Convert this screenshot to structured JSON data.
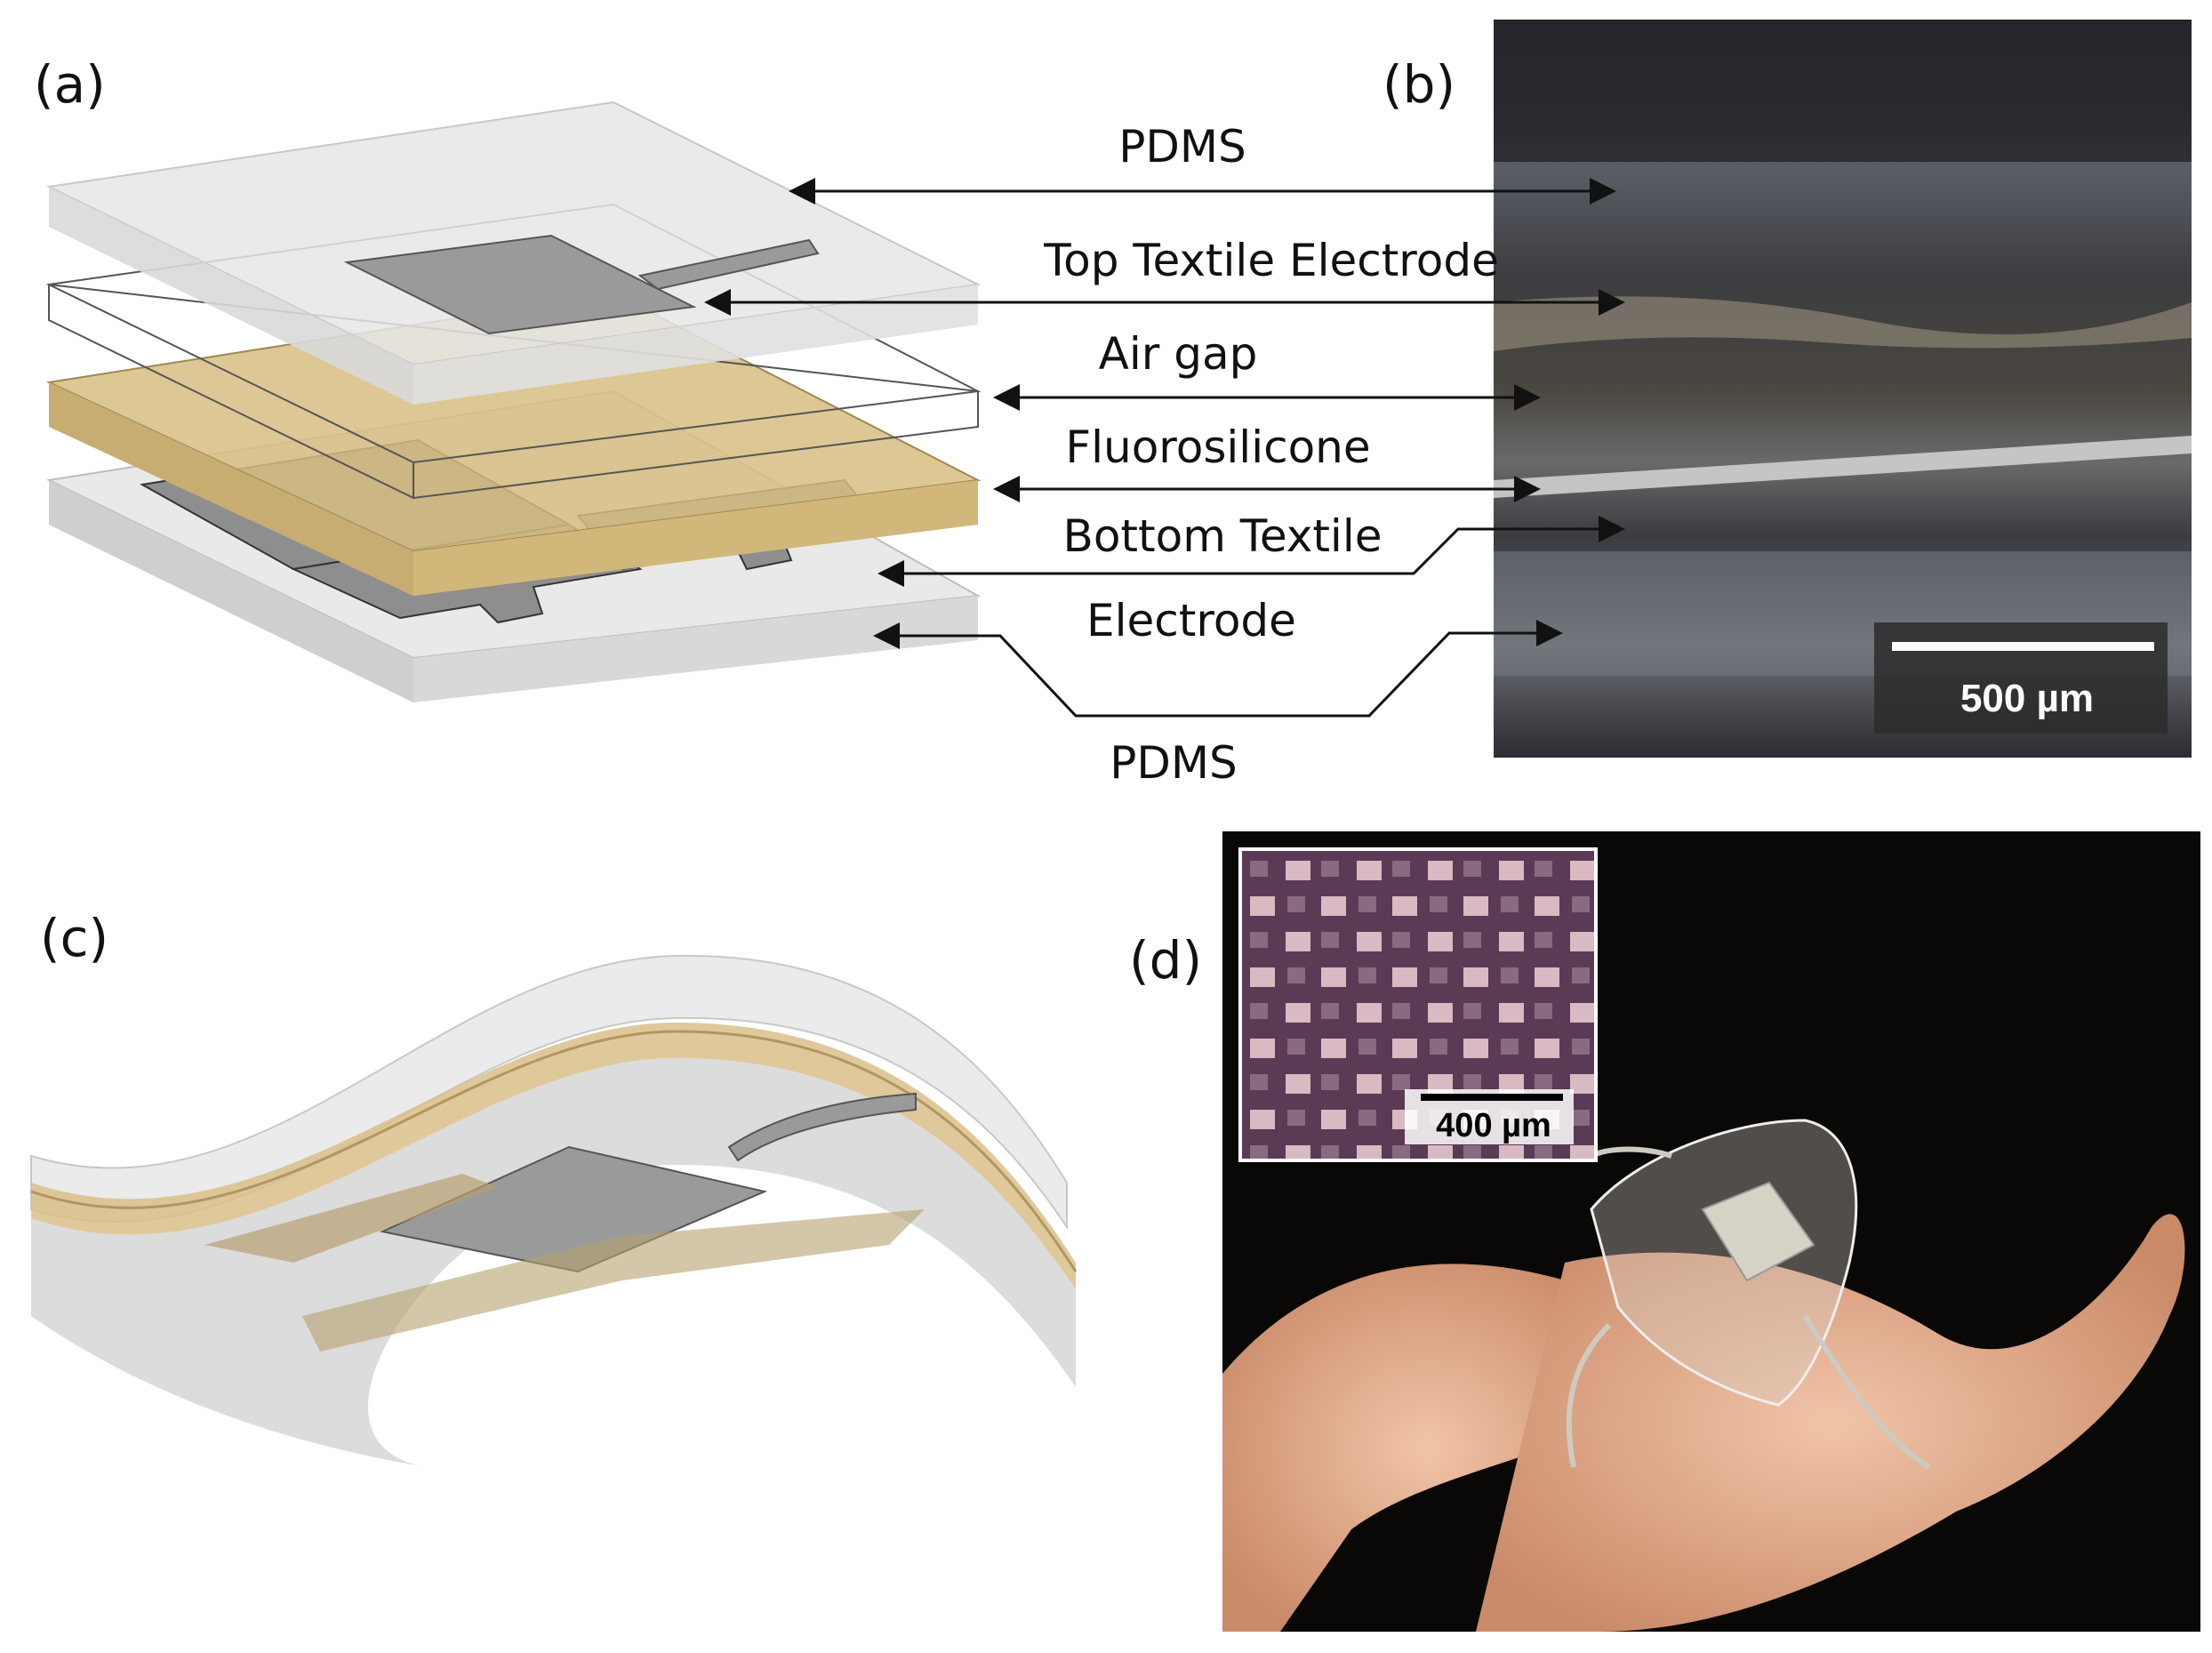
{
  "panels": {
    "a": "(a)",
    "b": "(b)",
    "c": "(c)",
    "d": "(d)"
  },
  "layers": {
    "pdms_top": "PDMS",
    "top_electrode": "Top Textile Electrode",
    "air_gap": "Air gap",
    "fluorosilicone": "Fluorosilicone",
    "bottom_electrode_line1": "Bottom Textile",
    "bottom_electrode_line2": "Electrode",
    "pdms_bottom": "PDMS"
  },
  "scale_bars": {
    "micrograph": "500 µm",
    "inset": "400 µm"
  },
  "colors": {
    "pdms": "#e6e6e6",
    "fluorosilicone": "#d8bf86",
    "electrode": "#8c8c8c",
    "arrow": "#111111"
  }
}
